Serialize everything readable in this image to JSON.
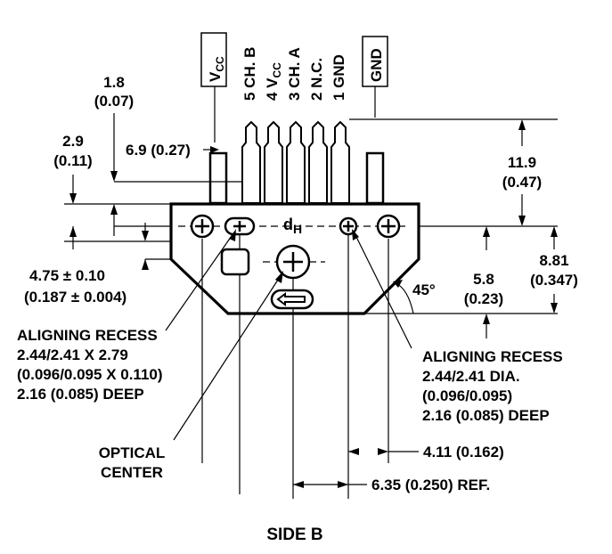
{
  "pins": {
    "vcc_box": {
      "main": "V",
      "sub": "CC"
    },
    "gnd_box": "GND",
    "labels": [
      {
        "prefix": "5 CH. B",
        "sub": ""
      },
      {
        "prefix": "4 V",
        "sub": "CC"
      },
      {
        "prefix": "3 CH. A",
        "sub": ""
      },
      {
        "prefix": "2 N.C.",
        "sub": ""
      },
      {
        "prefix": "1 GND",
        "sub": ""
      }
    ]
  },
  "dimensions": {
    "d1_8": {
      "mm": "1.8",
      "in": "(0.07)"
    },
    "d2_9": {
      "mm": "2.9",
      "in": "(0.11)"
    },
    "d6_9": "6.9 (0.27)",
    "d11_9": {
      "mm": "11.9",
      "in": "(0.47)"
    },
    "d8_81": {
      "mm": "8.81",
      "in": "(0.347)"
    },
    "d5_8": {
      "mm": "5.8",
      "in": "(0.23)"
    },
    "d4_75": {
      "mm": "4.75 ± 0.10",
      "in": "(0.187 ± 0.004)"
    },
    "angle": "45°",
    "d4_11": "4.11 (0.162)",
    "d6_35": "6.35 (0.250) REF."
  },
  "center_label": {
    "main": "d",
    "sub": "H"
  },
  "notes": {
    "left_recess": [
      "ALIGNING RECESS",
      "2.44/2.41 X 2.79",
      "(0.096/0.095 X 0.110)",
      "2.16 (0.085) DEEP"
    ],
    "right_recess": [
      "ALIGNING RECESS",
      "2.44/2.41 DIA.",
      "(0.096/0.095)",
      "2.16 (0.085) DEEP"
    ],
    "optical_center": [
      "OPTICAL",
      "CENTER"
    ]
  },
  "title": "SIDE B"
}
